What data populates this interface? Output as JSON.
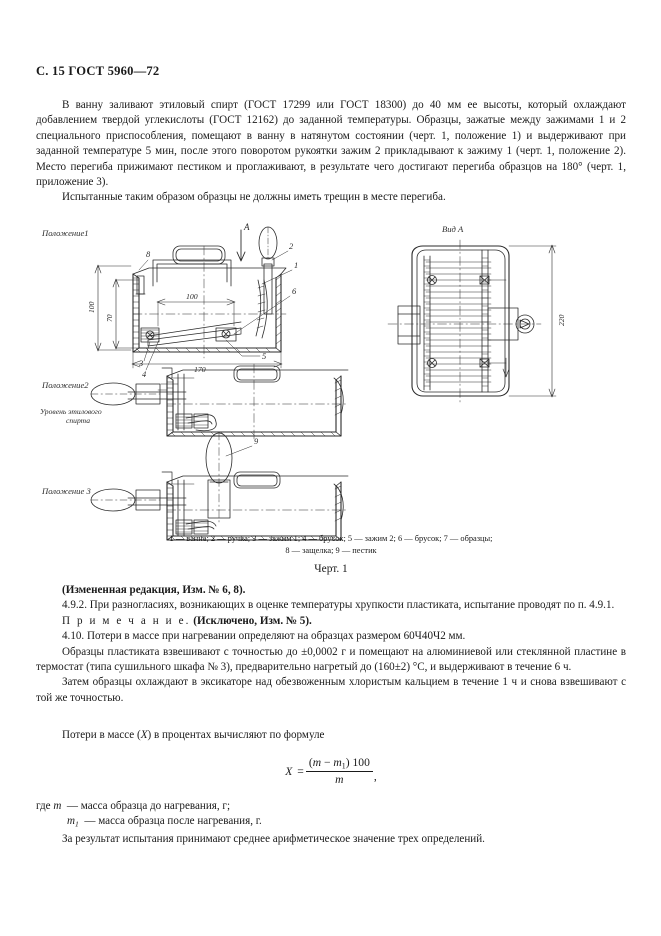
{
  "document": {
    "header": "С. 15 ГОСТ 5960—72",
    "paragraphs_top": [
      "В ванну заливают этиловый спирт (ГОСТ 17299 или ГОСТ 18300) до 40 мм ее высоты, который охлаждают добавлением твердой углекислоты (ГОСТ 12162) до заданной температуры. Образцы, зажатые между зажимами 1 и 2 специального приспособления, помещают в ванну в натянутом состоянии (черт. 1, положение 1) и выдерживают при заданной температуре 5 мин, после этого поворотом рукоятки зажим 2 прикладывают к зажиму 1 (черт. 1, положение 2). Место перегиба прижимают пестиком и проглаживают, в результате чего достигают перегиба образцов на 180° (черт. 1, приложение 3).",
      "Испытанные таким образом образцы не должны иметь трещин в месте перегиба."
    ],
    "figure": {
      "labels": {
        "position1": "Положение1",
        "position2": "Положение2",
        "position3": "Положение 3",
        "view_a": "Вид А",
        "arrow_a": "A",
        "alcohol_level_line1": "Уровень этилового",
        "alcohol_level_line2": "спирта"
      },
      "dimensions": {
        "height_100": "100",
        "height_70": "70",
        "width_100": "100",
        "width_170": "170",
        "height_220": "220"
      },
      "callouts": [
        "8",
        "2",
        "1",
        "6",
        "3",
        "4",
        "5",
        "9"
      ],
      "caption_line1": "1 — ванна; 2 — ручка; 3 — зажим 1; 4 — брусок; 5 — зажим 2; 6 — брусок; 7 — образцы;",
      "caption_line2": "8 — защелка; 9 — пестик",
      "figure_number": "Черт. 1"
    },
    "paragraphs_middle": [
      "(Измененная редакция, Изм. № 6, 8).",
      "4.9.2. При разногласиях, возникающих в оценке температуры хрупкости пластиката, испытание проводят по п. 4.9.1.",
      "Примечание. (Исключено, Изм. № 5).",
      "4.10. Потери в массе при нагревании определяют на образцах размером 60Ч40Ч2 мм.",
      "Образцы пластиката взвешивают с точностью до ±0,0002 г и помещают на алюминиевой или стеклянной пластине в термостат (типа сушильного шкафа № 3), предварительно нагретый до (160±2) °С, и выдерживают в течение 6 ч.",
      "Затем образцы охлаждают в эксикаторе над обезвоженным хлористым кальцием в течение 1 ч и снова взвешивают с той же точностью.",
      "Потери в массе (X) в процентах вычисляют по формуле"
    ],
    "formula": {
      "lhs": "X",
      "equals": "=",
      "numerator": "(m − m1) 100",
      "denominator": "m",
      "trailing": ","
    },
    "legend": {
      "line1_prefix": "где",
      "line1_symbol": "m",
      "line1_text": "— масса образца до нагревания, г;",
      "line2_symbol": "m",
      "line2_sub": "1",
      "line2_text": "— масса образца после нагревания, г.",
      "line3_text": "За результат испытания принимают среднее арифметическое значение трех определений."
    },
    "colors": {
      "text": "#1a1a1a",
      "background": "#ffffff",
      "line": "#2b2b2b"
    }
  }
}
